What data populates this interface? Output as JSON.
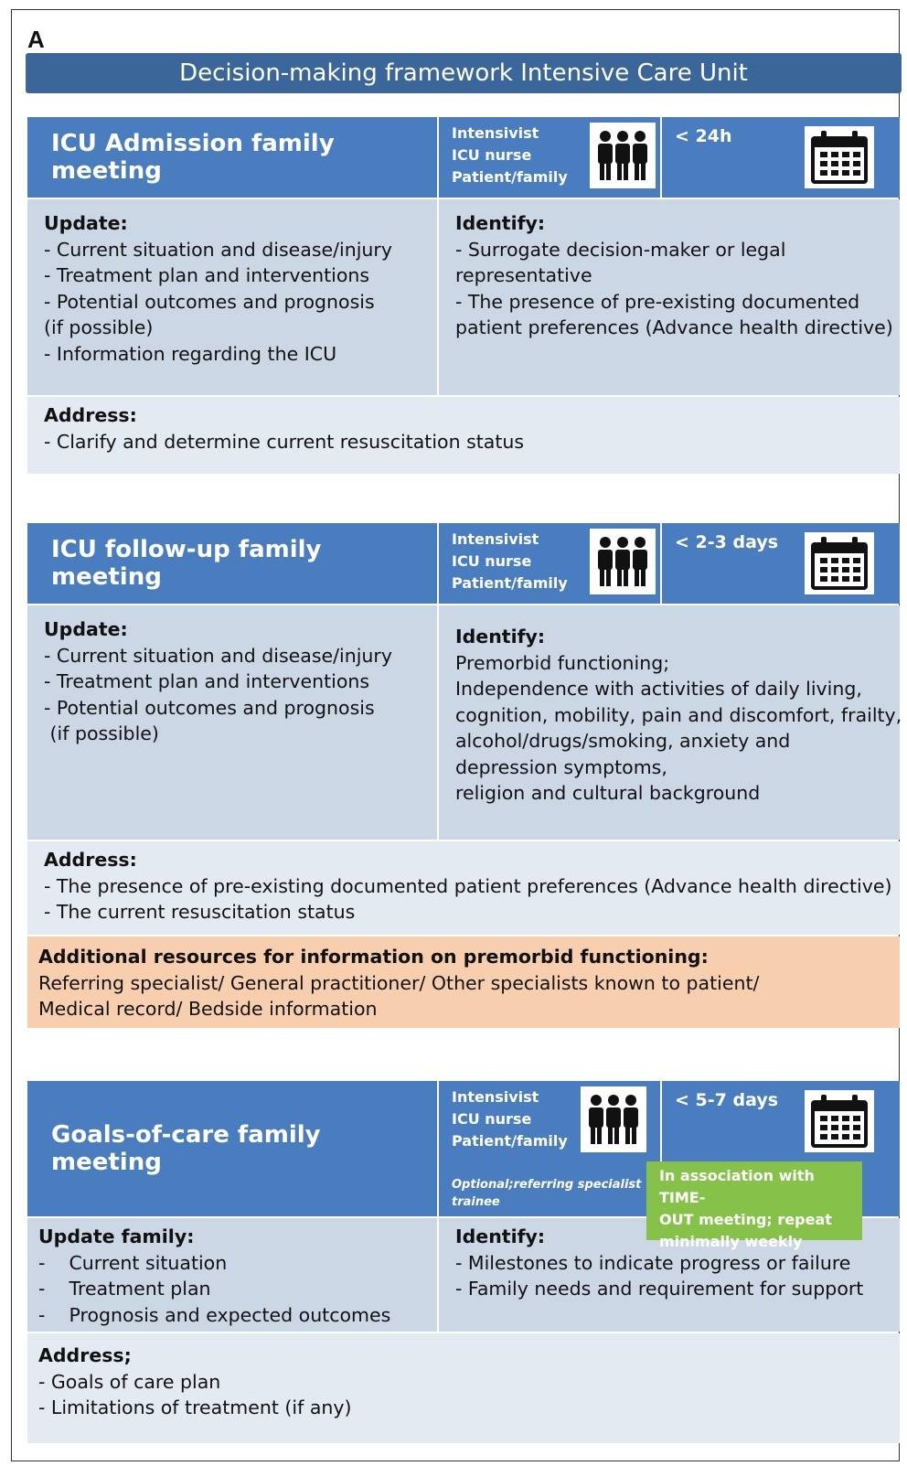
{
  "panel_letter": "A",
  "title": "Decision-making framework Intensive Care Unit",
  "sections": [
    {
      "header": "ICU Admission family meeting",
      "staff": [
        "Intensivist",
        "ICU nurse",
        "Patient/family"
      ],
      "time": "< 24h",
      "left_label": "Update:",
      "left_lines": [
        "- Current situation and disease/injury",
        "- Treatment plan and interventions",
        "- Potential outcomes and prognosis",
        "(if possible)",
        "- Information regarding the ICU"
      ],
      "right_label": "Identify:",
      "right_lines": [
        "- Surrogate decision-maker or legal",
        "representative",
        "- The presence of pre-existing documented",
        "patient preferences (Advance health directive)"
      ],
      "address_label": "Address:",
      "address_lines": [
        "-    Clarify and determine current resuscitation status"
      ]
    },
    {
      "header": "ICU follow-up family meeting",
      "staff": [
        "Intensivist",
        "ICU nurse",
        "Patient/family"
      ],
      "time": "< 2-3 days",
      "left_label": "Update:",
      "left_lines": [
        "- Current situation and disease/injury",
        "- Treatment plan and interventions",
        "- Potential outcomes and prognosis",
        " (if possible)"
      ],
      "right_label": "Identify:",
      "right_lines": [
        "Premorbid functioning;",
        "Independence with activities of daily living,",
        "cognition, mobility, pain and discomfort, frailty,",
        "alcohol/drugs/smoking, anxiety and",
        "depression symptoms,",
        "religion and cultural background"
      ],
      "address_label": "Address:",
      "address_lines": [
        "- The presence of pre-existing documented patient preferences (Advance health directive)",
        "- The current resuscitation status"
      ],
      "resources_label": "Additional resources for information on premorbid functioning:",
      "resources_lines": [
        "Referring specialist/ General practitioner/ Other specialists known to patient/",
        "Medical record/ Bedside information"
      ]
    },
    {
      "header": "Goals-of-care family meeting",
      "staff": [
        "Intensivist",
        "ICU nurse",
        "Patient/family"
      ],
      "optional": [
        "Optional;referring specialist",
        "trainee"
      ],
      "time": "< 5-7 days",
      "note": [
        "In association with TIME-",
        "OUT meeting; repeat",
        "minimally weekly"
      ],
      "left_label": "Update family:",
      "left_lines": [
        "-    Current situation",
        "-    Treatment plan",
        "-    Prognosis and expected outcomes"
      ],
      "right_label": "Identify:",
      "right_lines": [
        "- Milestones to indicate progress or failure",
        "- Family needs and requirement for support"
      ],
      "address_label": "Address;",
      "address_lines": [
        "- Goals of care plan",
        "- Limitations of treatment (if any)"
      ]
    }
  ]
}
